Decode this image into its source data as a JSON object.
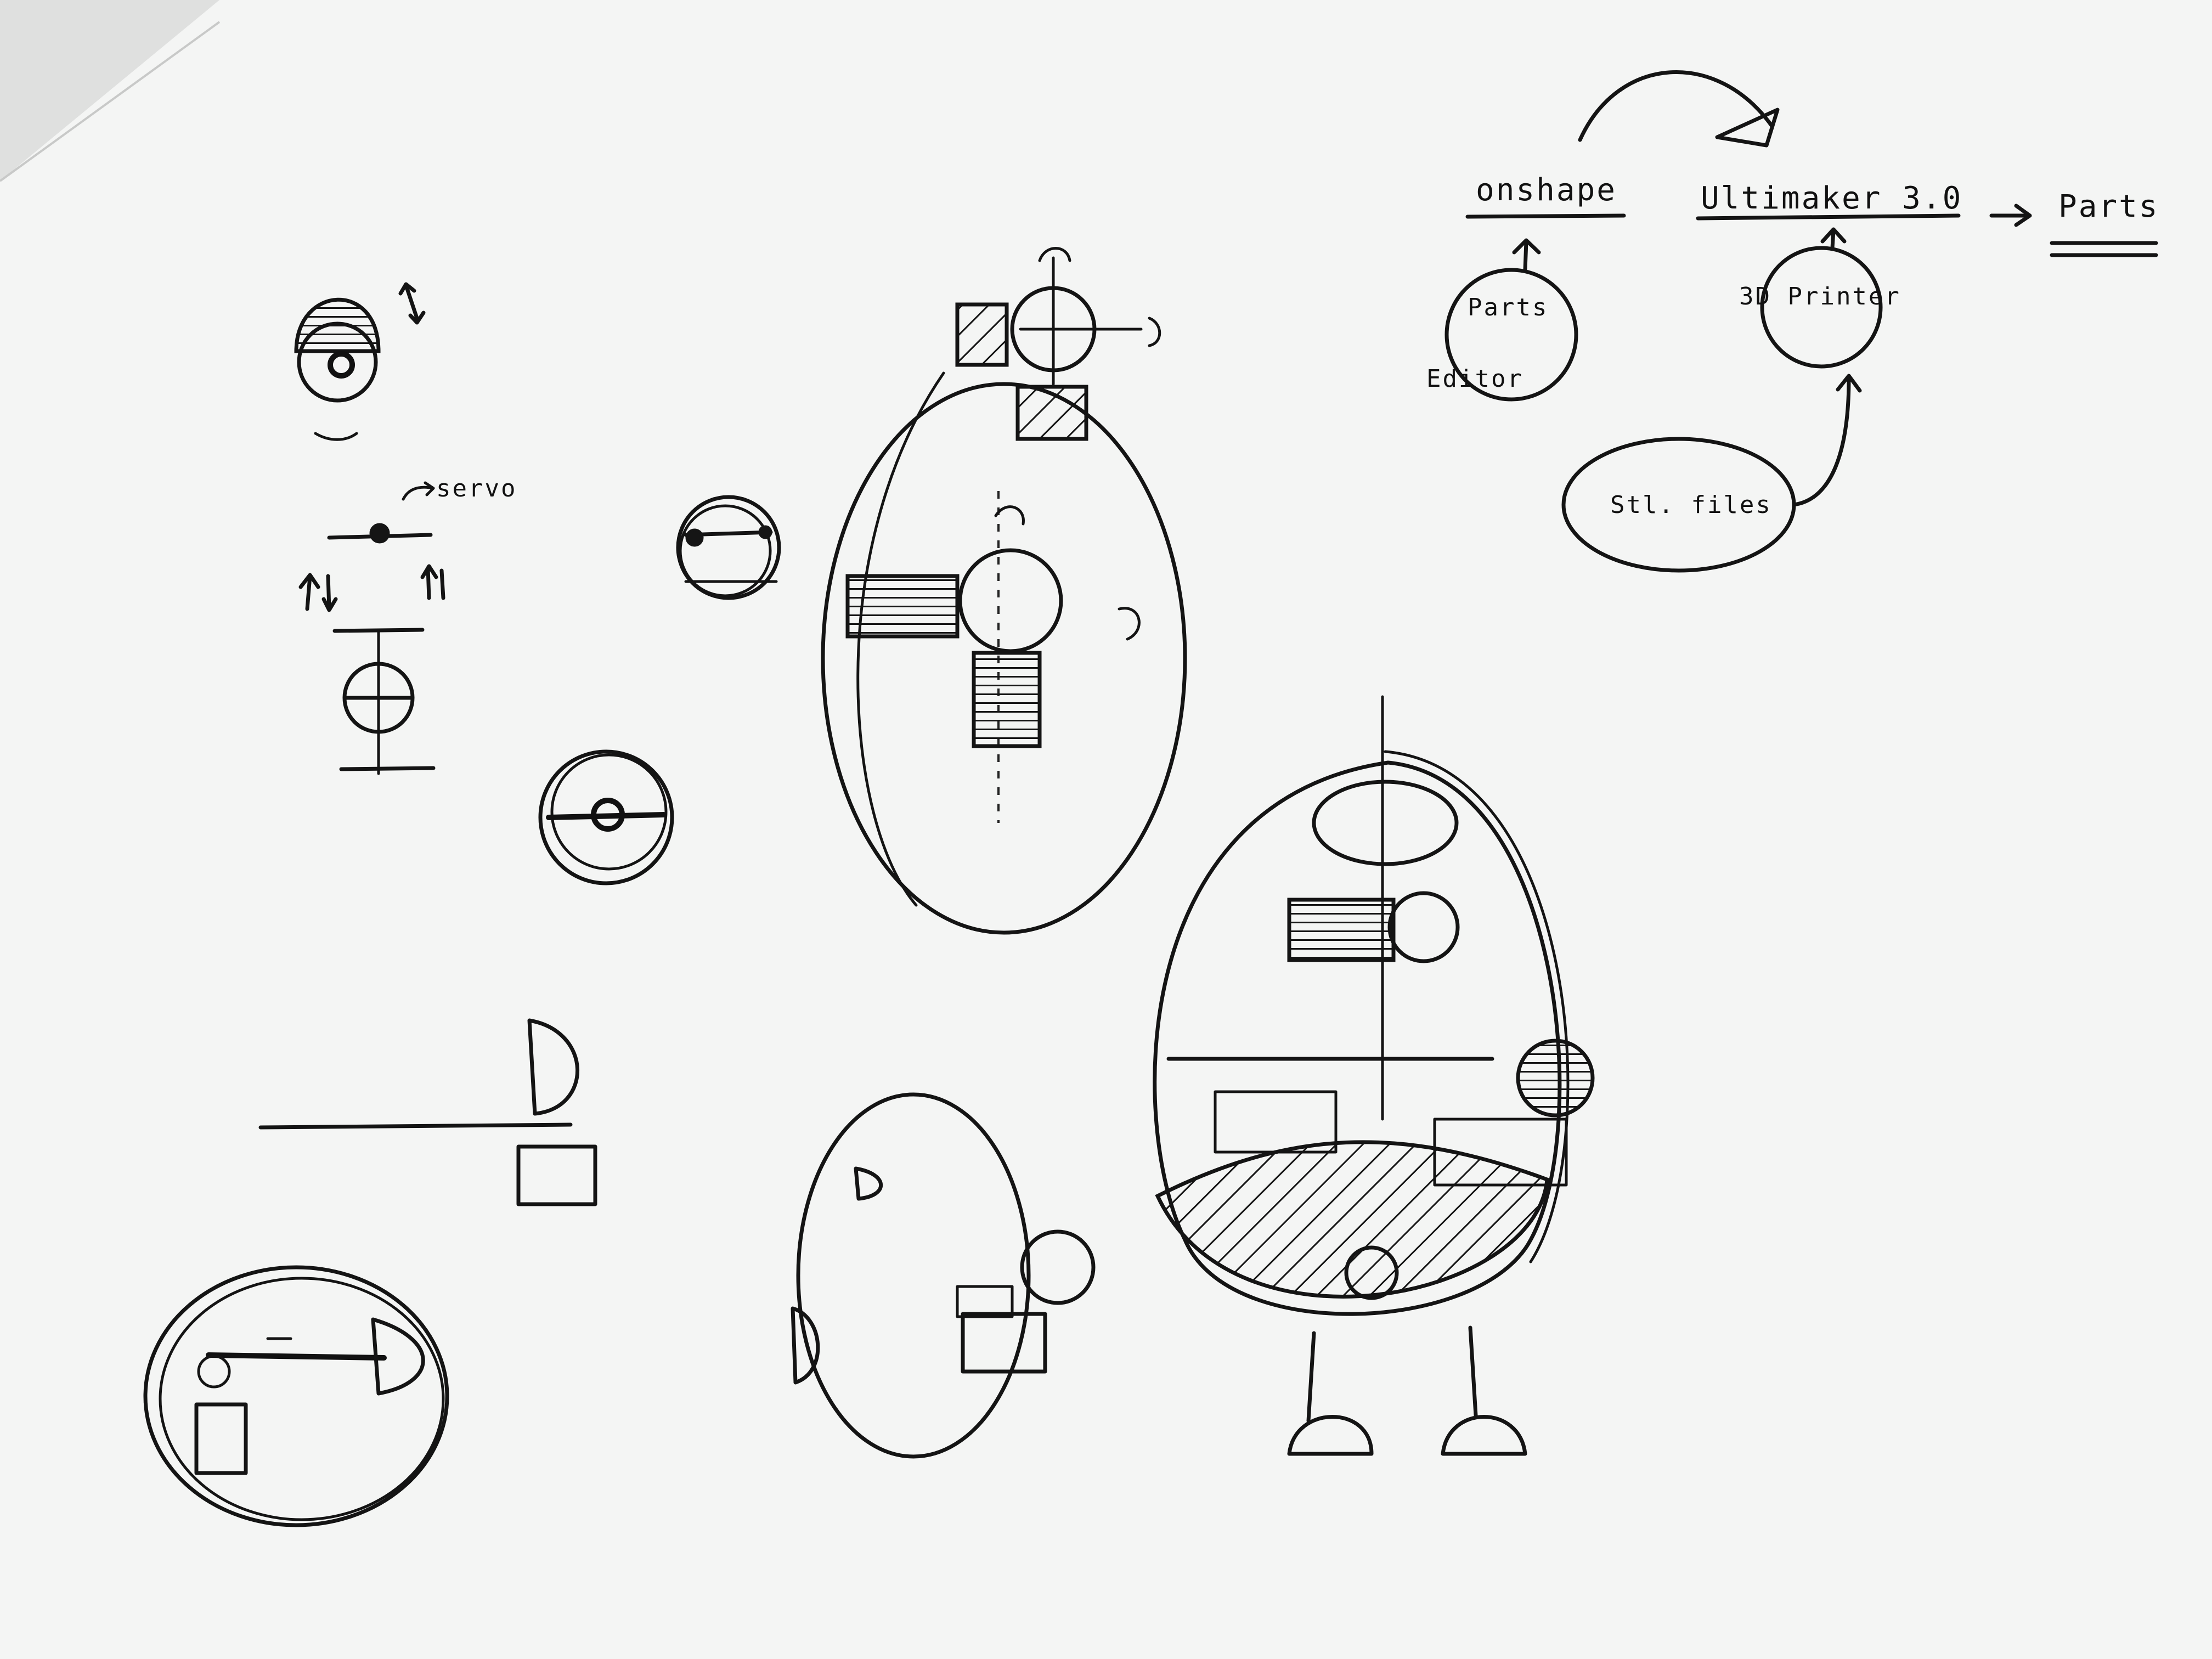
{
  "flow": {
    "onshape": "onshape",
    "ultimaker": "Ultimaker 3.0",
    "parts_out": "Parts",
    "parts_editor_line1": "Parts",
    "parts_editor_line2": "Editor",
    "printer": "3D Printer",
    "stl": "Stl. files"
  },
  "annotations": {
    "servo": "servo"
  }
}
